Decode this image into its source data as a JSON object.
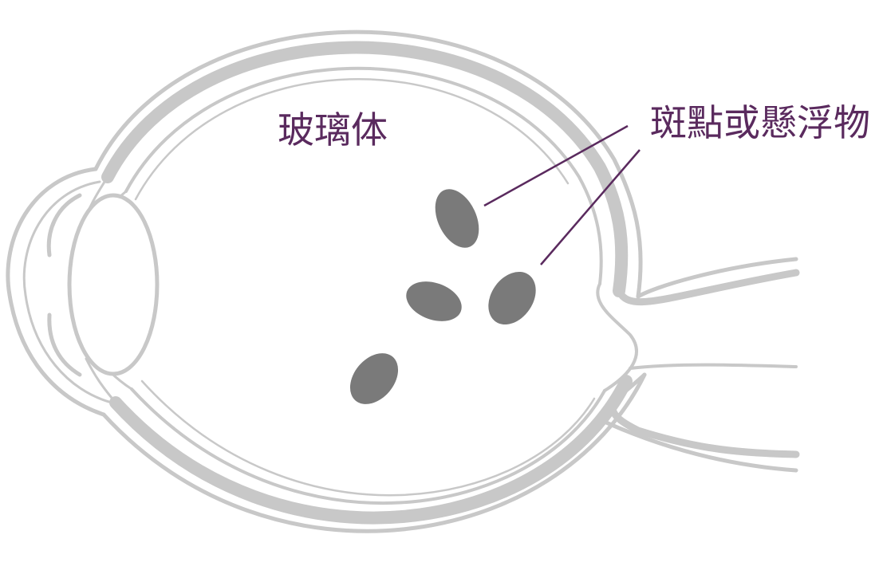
{
  "labels": {
    "vitreous": "玻璃体",
    "floaters": "斑點或懸浮物"
  },
  "colors": {
    "outline": "#c8c8c8",
    "label": "#5a2a5e",
    "leader": "#5a2a5e",
    "floater": "#7a7a7a",
    "background": "#ffffff"
  },
  "floater_count": 4
}
